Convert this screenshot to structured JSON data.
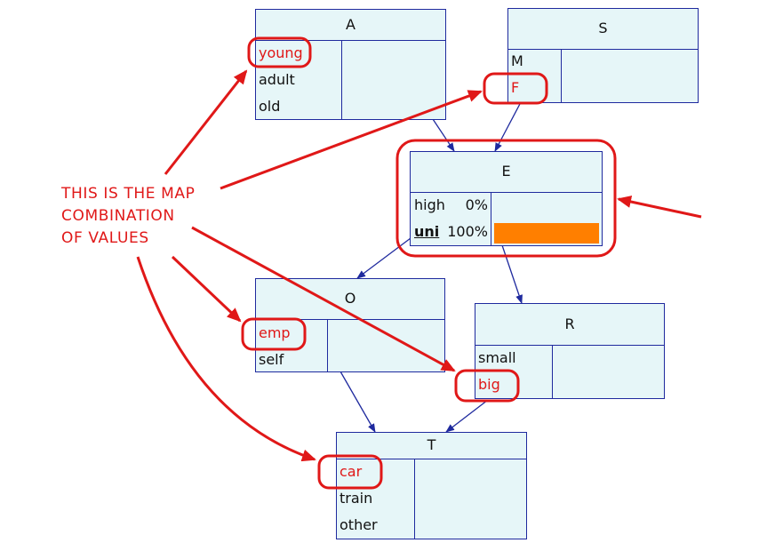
{
  "nodes": {
    "A": {
      "title": "A",
      "states": [
        "young",
        "adult",
        "old"
      ]
    },
    "S": {
      "title": "S",
      "states": [
        "M",
        "F"
      ]
    },
    "E": {
      "title": "E",
      "states": [
        "high",
        "uni"
      ],
      "percentages": [
        "0%",
        "100%"
      ],
      "probabilities": [
        0.0,
        1.0
      ]
    },
    "O": {
      "title": "O",
      "states": [
        "emp",
        "self"
      ]
    },
    "R": {
      "title": "R",
      "states": [
        "small",
        "big"
      ]
    },
    "T": {
      "title": "T",
      "states": [
        "car",
        "train",
        "other"
      ]
    }
  },
  "annotation": {
    "lines": [
      "THIS IS THE MAP",
      "COMBINATION",
      "OF VALUES"
    ]
  },
  "colors": {
    "node_fill": "#e6f6f8",
    "node_border": "#1f2a9e",
    "edge": "#1f2a9e",
    "annotation": "#e01818",
    "bar": "#ff7f00"
  }
}
